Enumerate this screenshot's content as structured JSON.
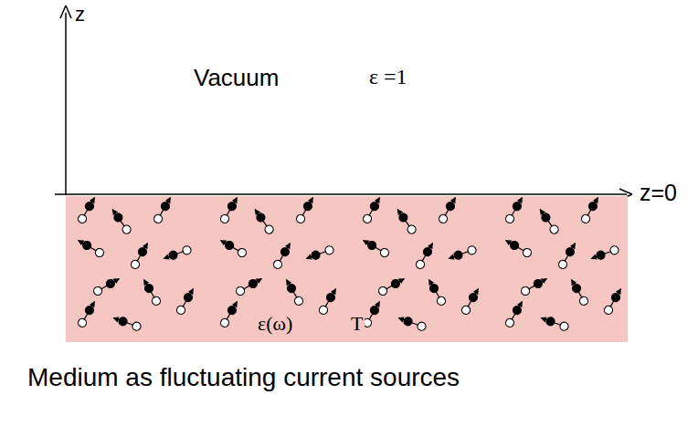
{
  "diagram": {
    "caption": "Medium as fluctuating current sources",
    "nodes": [
      {
        "text": [
          "ε(ω)",
          "T"
        ]
      }
    ],
    "labels": [
      "z",
      "Vacuum",
      "ε =1",
      "z=0"
    ]
  }
}
